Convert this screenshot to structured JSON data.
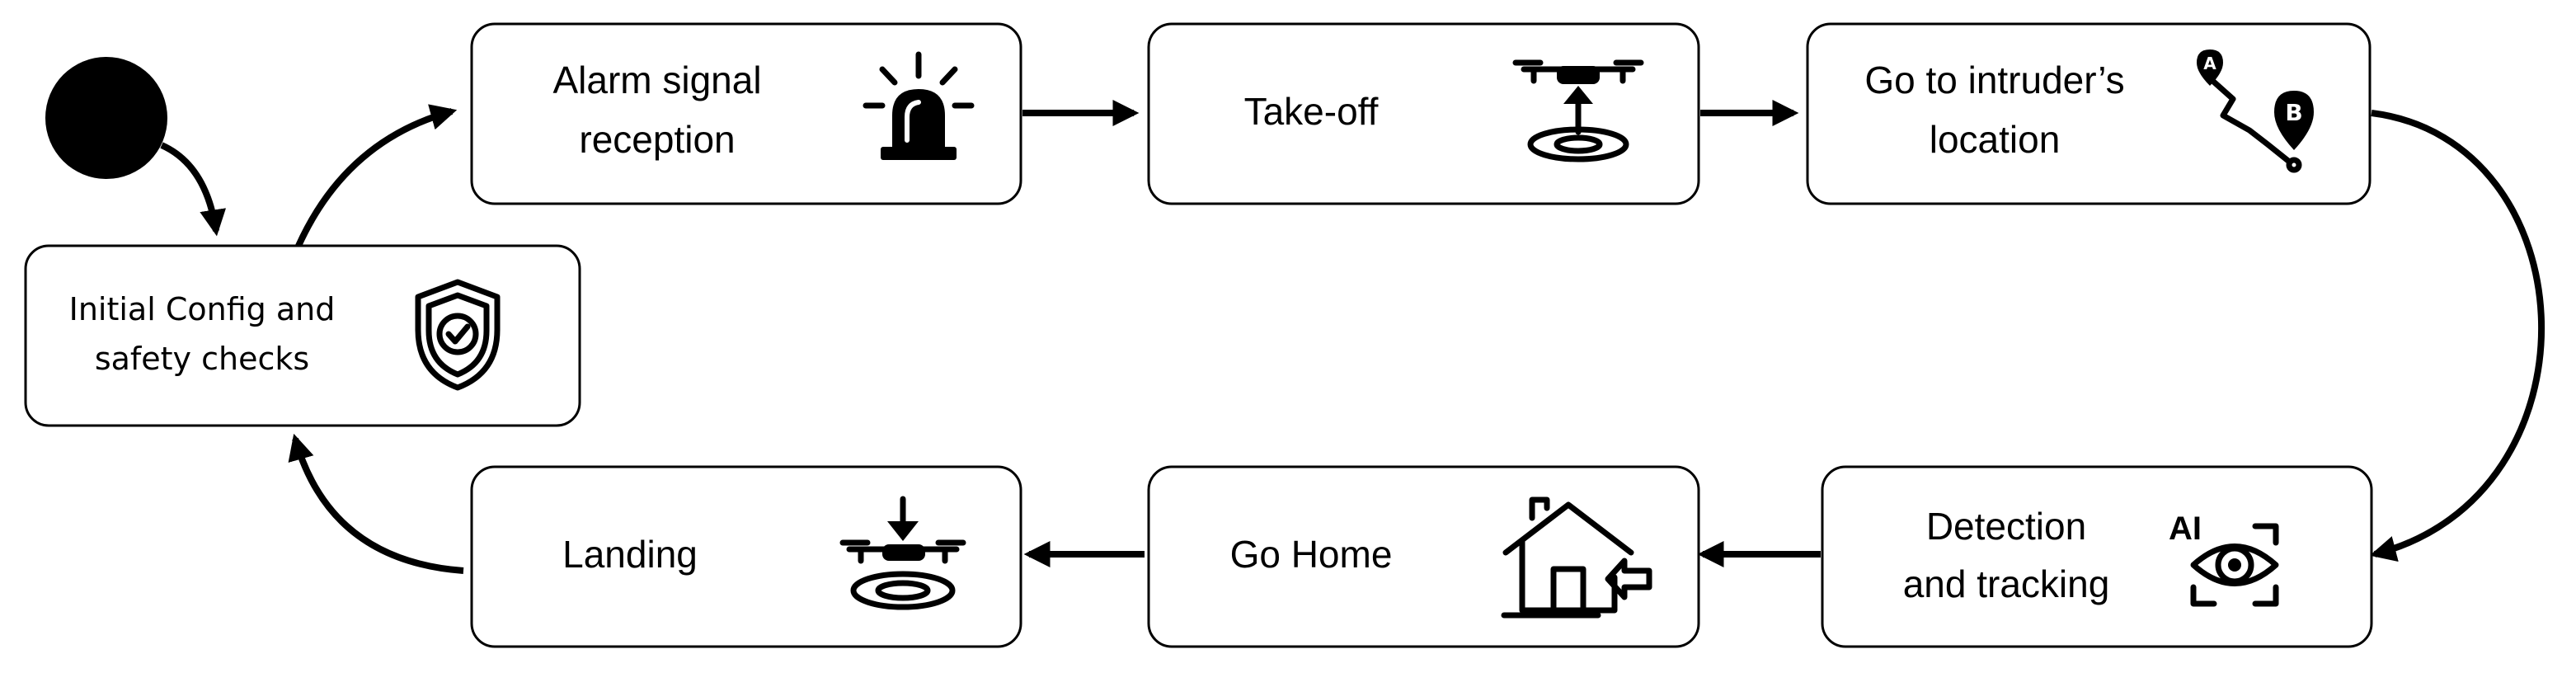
{
  "diagram": {
    "type": "state-flow",
    "nodes": [
      {
        "id": "config",
        "lines": [
          "Initial Config and",
          "safety checks"
        ],
        "icon": "shield-check-icon"
      },
      {
        "id": "alarm",
        "lines": [
          "Alarm signal",
          "reception"
        ],
        "icon": "siren-icon"
      },
      {
        "id": "takeoff",
        "lines": [
          "Take-off"
        ],
        "icon": "drone-takeoff-icon"
      },
      {
        "id": "goto",
        "lines": [
          "Go to intruder’s",
          "location"
        ],
        "icon": "route-a-to-b-icon",
        "icon_labels": [
          "A",
          "B"
        ]
      },
      {
        "id": "detect",
        "lines": [
          "Detection",
          "and tracking"
        ],
        "icon": "ai-eye-icon",
        "icon_label": "AI"
      },
      {
        "id": "gohome",
        "lines": [
          "Go Home"
        ],
        "icon": "home-return-icon"
      },
      {
        "id": "landing",
        "lines": [
          "Landing"
        ],
        "icon": "drone-landing-icon"
      }
    ],
    "edges": [
      [
        "start",
        "config"
      ],
      [
        "config",
        "alarm"
      ],
      [
        "alarm",
        "takeoff"
      ],
      [
        "takeoff",
        "goto"
      ],
      [
        "goto",
        "detect"
      ],
      [
        "detect",
        "gohome"
      ],
      [
        "gohome",
        "landing"
      ],
      [
        "landing",
        "config"
      ]
    ],
    "colors": {
      "stroke": "#000000",
      "fill": "#ffffff"
    }
  }
}
